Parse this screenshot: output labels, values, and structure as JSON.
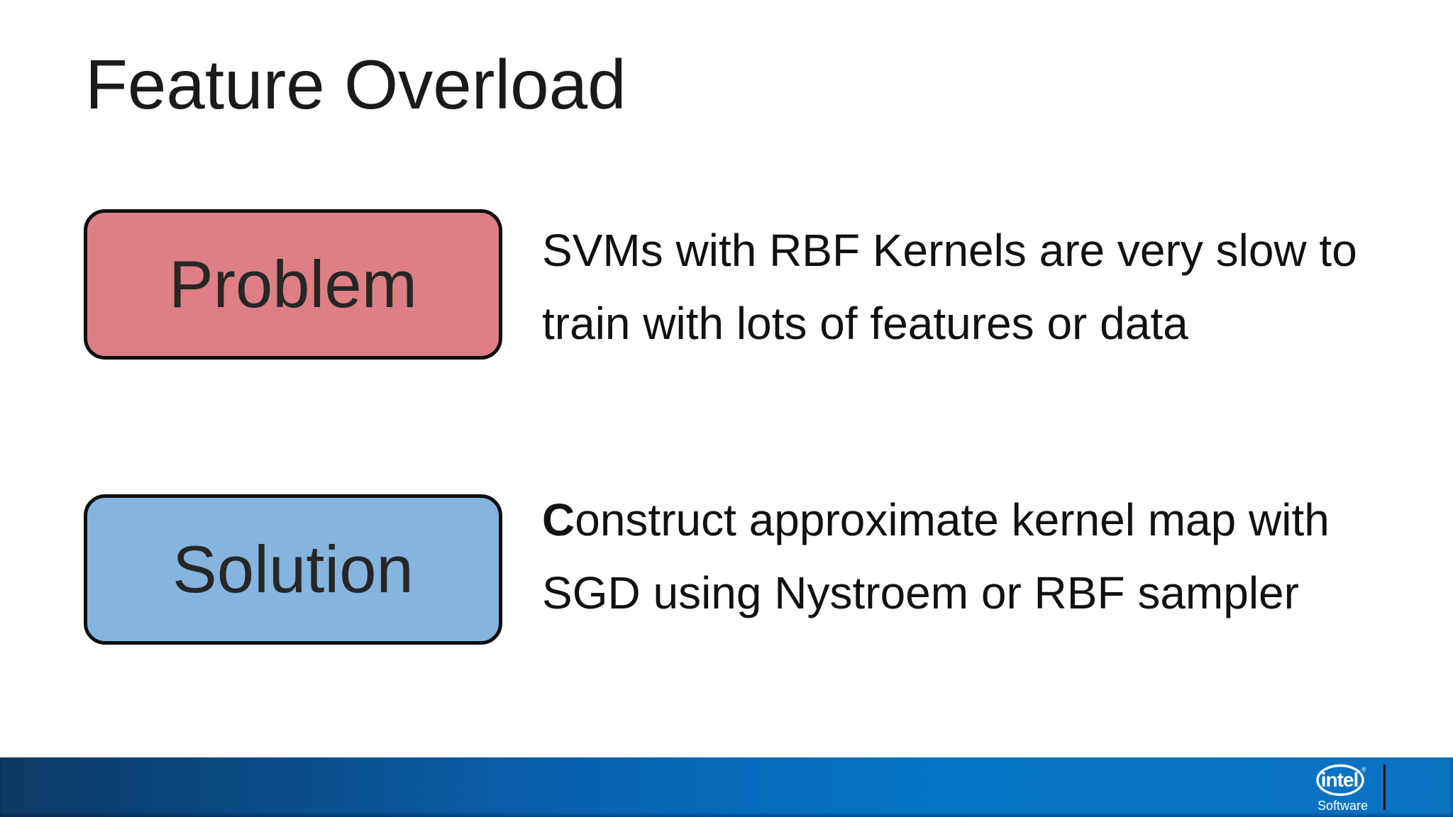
{
  "slide": {
    "title": "Feature Overload"
  },
  "problem": {
    "label": "Problem",
    "line1": "SVMs with RBF Kernels are very slow to",
    "line2": "train with lots of features or data"
  },
  "solution": {
    "label": "Solution",
    "line1_lead": "C",
    "line1_rest": "onstruct approximate kernel map with",
    "line2": "SGD using Nystroem or RBF sampler"
  },
  "footer": {
    "brand": "intel",
    "registered_mark": "®",
    "brand_sub": "Software"
  },
  "colors": {
    "problem-fill": "#dd7f84",
    "solution-fill": "#85b4df",
    "shape-border": "#0e0e0e",
    "text": "#111111",
    "bar-left": "#0e3a63",
    "bar-mid1": "#0a5ca5",
    "bar-mid2": "#0768b8",
    "bar-right": "#0b72c2",
    "divider": "#10161d",
    "logo-white": "#ffffff"
  }
}
